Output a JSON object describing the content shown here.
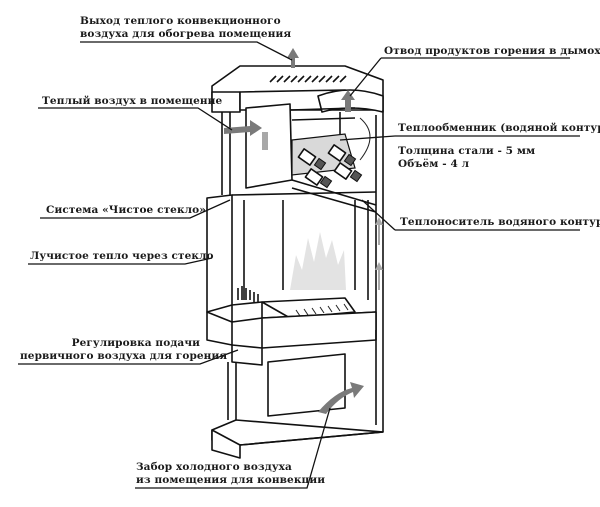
{
  "diagram": {
    "title": "Fireplace stove with water circuit — cutaway",
    "labels": {
      "warm_air_outlet": [
        "Выход теплого конвекционного",
        "воздуха для обогрева помещения"
      ],
      "flue_gas": "Отвод продуктов горения в дымоход",
      "warm_air_room": "Теплый воздух в помещение",
      "heat_exchanger": "Теплообменник (водяной контур)",
      "steel_thickness": "Толщина стали - 5 мм",
      "volume": "Объём - 4 л",
      "clean_glass": "Система «Чистое стекло»",
      "coolant": "Теплоноситель водяного контура",
      "radiant_heat": "Лучистое тепло через стекло",
      "primary_air": [
        "Регулировка подачи",
        "первичного воздуха для горения"
      ],
      "cold_air_intake": [
        "Забор холодного воздуха",
        "из помещения для конвекции"
      ]
    }
  }
}
